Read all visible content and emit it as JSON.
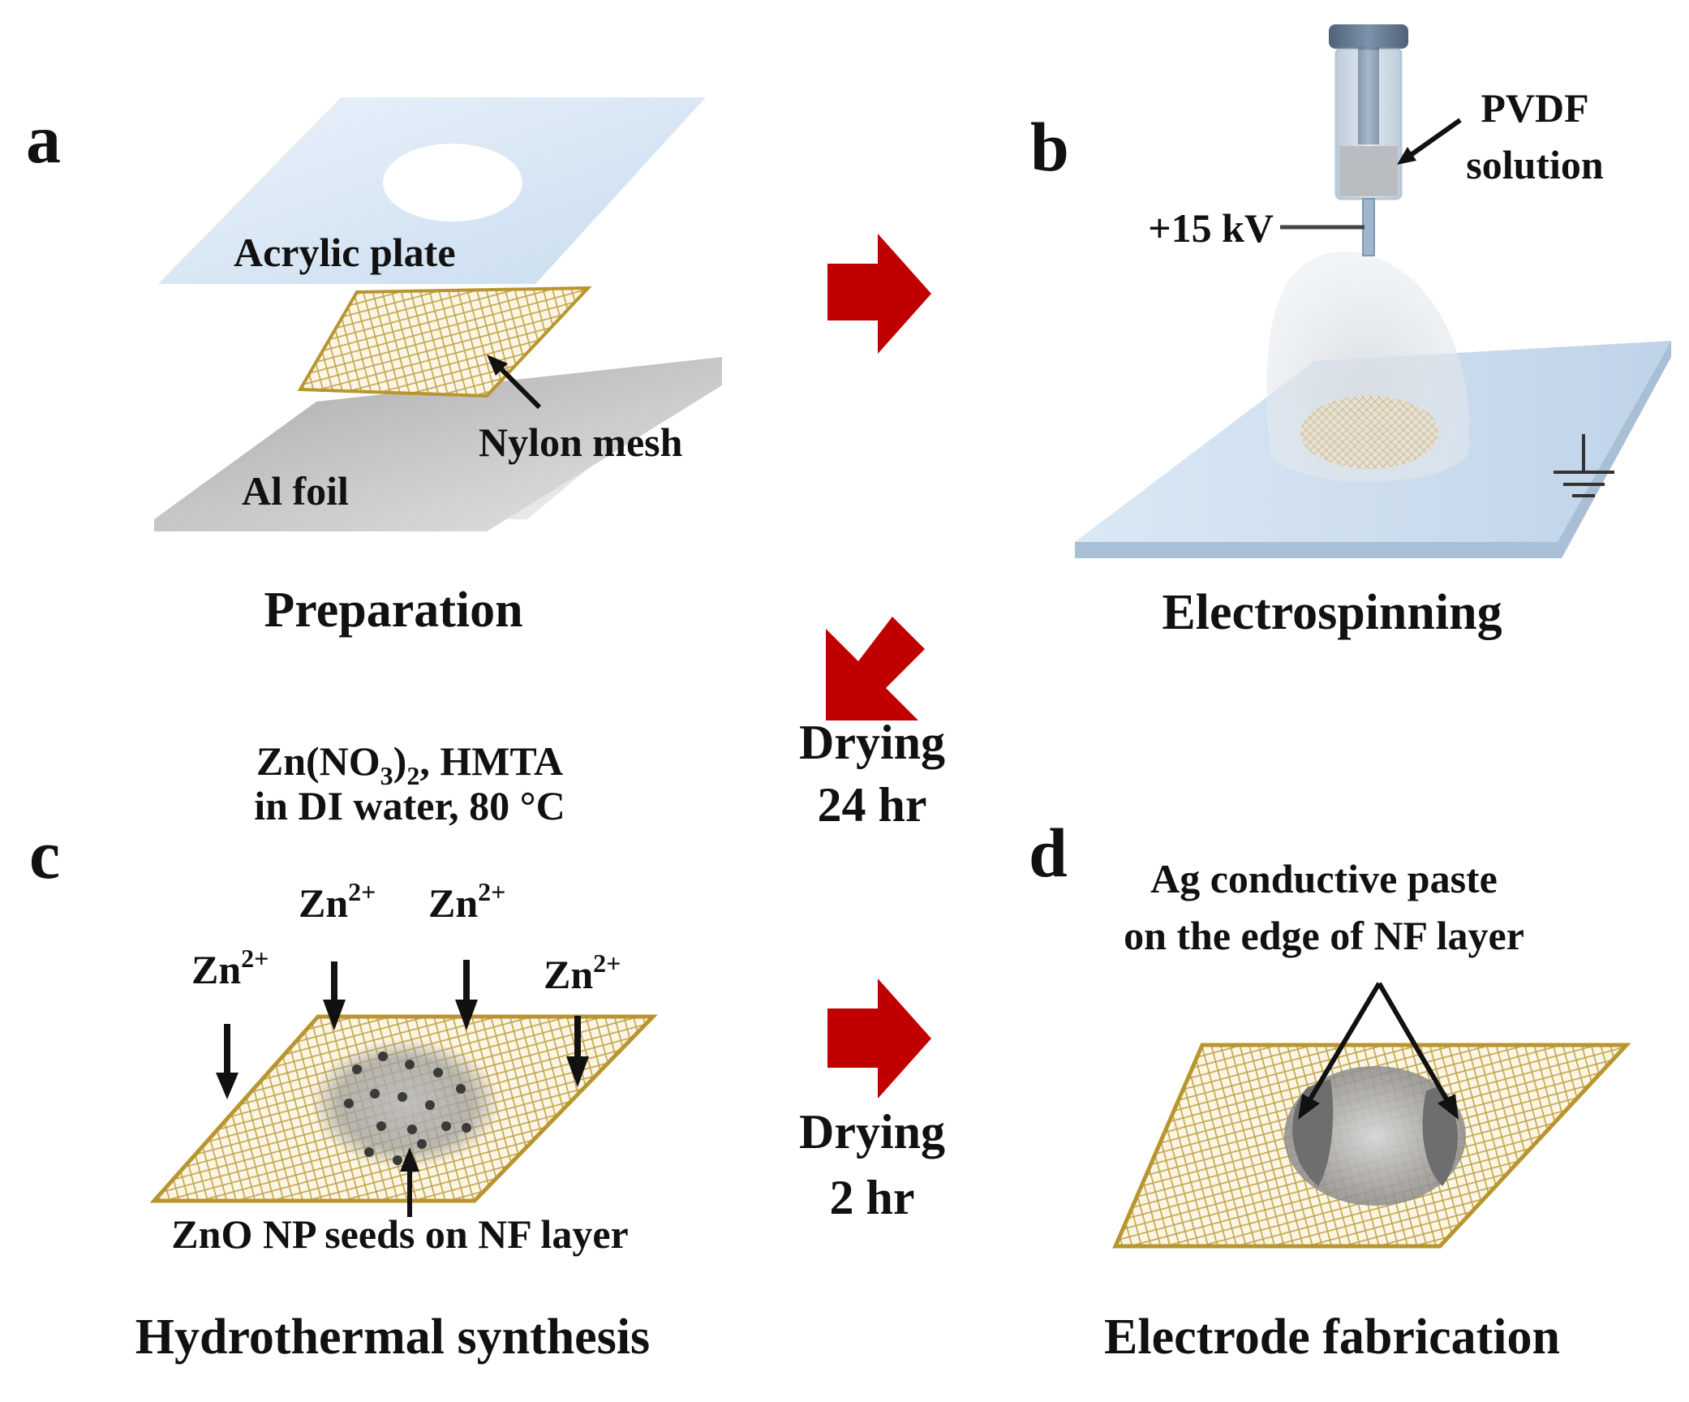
{
  "panels": {
    "a": {
      "letter": "a",
      "caption": "Preparation",
      "labels": {
        "acrylic": "Acrylic plate",
        "mesh": "Nylon mesh",
        "foil": "Al foil"
      }
    },
    "b": {
      "letter": "b",
      "caption": "Electrospinning",
      "labels": {
        "voltage": "+15 kV",
        "solution_line1": "PVDF",
        "solution_line2": "solution"
      }
    },
    "c": {
      "letter": "c",
      "caption": "Hydrothermal synthesis",
      "conditions_line1_pre": "Zn(NO",
      "conditions_line1_sub": "3",
      "conditions_line1_mid": ")",
      "conditions_line1_sub2": "2",
      "conditions_line1_post": ", HMTA",
      "conditions_line2": "in DI water, 80 °C",
      "ion_base": "Zn",
      "ion_charge": "2+",
      "seed_label": "ZnO NP seeds on NF layer"
    },
    "d": {
      "letter": "d",
      "caption": "Electrode fabrication",
      "paste_line1": "Ag conductive paste",
      "paste_line2": "on the edge of NF layer"
    }
  },
  "steps": {
    "drying1": {
      "line1": "Drying",
      "line2": "24 hr"
    },
    "drying2": {
      "line1": "Drying",
      "line2": "2 hr"
    }
  },
  "colors": {
    "arrow_red": "#c00000",
    "acrylic_blue": "#d6e6f5",
    "mesh_gold": "#b8952e",
    "foil_gray": "#c8c8c8"
  }
}
